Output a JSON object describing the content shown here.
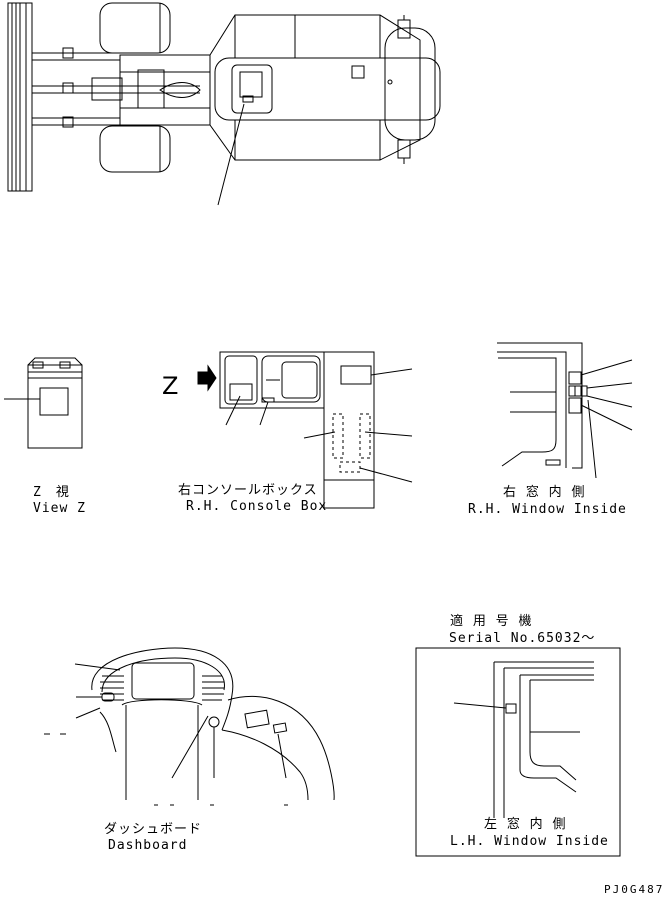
{
  "view_z": {
    "letter": "Z",
    "jp": "Z　視",
    "en": "View Z"
  },
  "console_box": {
    "jp": "右コンソールボックス",
    "en": "R.H. Console Box"
  },
  "rh_window": {
    "jp": "右 窓 内 側",
    "en": "R.H. Window Inside"
  },
  "dashboard": {
    "jp": "ダッシュボード",
    "en": "Dashboard"
  },
  "serial": {
    "jp": "適 用 号 機",
    "en": "Serial No.65032～"
  },
  "lh_window": {
    "jp": "左 窓 内 側",
    "en": "L.H. Window Inside"
  },
  "drawing_code": "PJ0G487"
}
